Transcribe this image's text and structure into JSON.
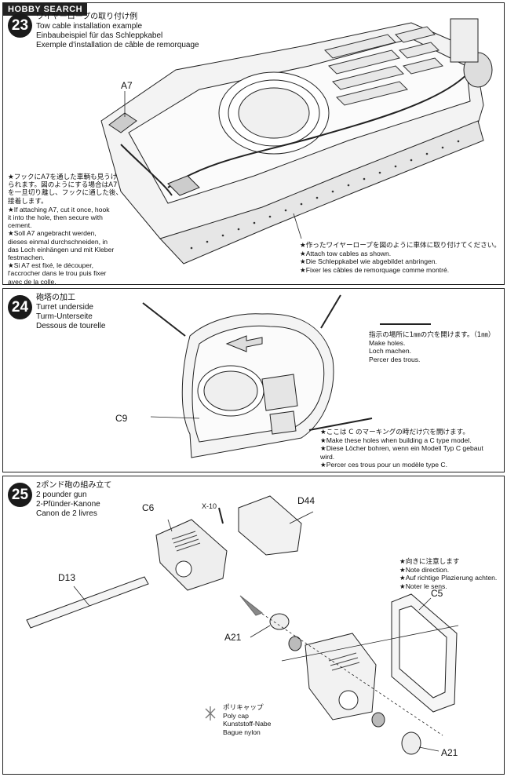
{
  "watermark": "HOBBY SEARCH",
  "steps": [
    {
      "number": "23",
      "title_jp": "ワイヤーロープの取り付け例",
      "title_en": "Tow cable installation example",
      "title_de": "Einbaubeispiel für das Schleppkabel",
      "title_fr": "Exemple d'installation de câble de remorquage",
      "note_left": [
        "★フックにA7を通した車輌も見うけ",
        "られます。図のようにする場合はA7",
        "を一旦切り離し、フックに通した後、",
        "接着します。",
        "★If attaching A7, cut it once, hook",
        "it into the hole, then secure with",
        "cement.",
        "★Soll A7 angebracht werden,",
        "dieses einmal durchschneiden, in",
        "das Loch einhängen und mit Kleber",
        "festmachen.",
        "★Si A7 est fixé, le découper,",
        "l'accrocher dans le trou puis fixer",
        "avec de la colle."
      ],
      "note_right": [
        "★作ったワイヤーロープを図のように車体に取り付けてください。",
        "★Attach tow cables as shown.",
        "★Die Schleppkabel wie abgebildet anbringen.",
        "★Fixer les câbles de remorquage comme montré."
      ],
      "part_labels": [
        "A7"
      ]
    },
    {
      "number": "24",
      "title_jp": "砲塔の加工",
      "title_en": "Turret underside",
      "title_de": "Turm-Unterseite",
      "title_fr": "Dessous de tourelle",
      "note_top": [
        "指示の場所に1㎜の穴を開けます。（1㎜）",
        "Make holes.",
        "Loch machen.",
        "Percer des trous."
      ],
      "note_bottom": [
        "★ここは C のマーキングの時だけ穴を開けます。",
        "★Make these holes when building a C type model.",
        "★Diese Löcher bohren, wenn ein Modell Typ C gebaut",
        "wird.",
        "★Percer ces trous pour un modèle type C."
      ],
      "part_labels": [
        "C9"
      ]
    },
    {
      "number": "25",
      "title_jp": "2ポンド砲の組み立て",
      "title_en": "2 pounder gun",
      "title_de": "2-Pfünder-Kanone",
      "title_fr": "Canon de 2 livres",
      "note_direction": [
        "★向きに注意します",
        "★Note direction.",
        "★Auf richtige Plazierung achten.",
        "★Noter le sens."
      ],
      "polycap": [
        "ポリキャップ",
        "Poly cap",
        "Kunststoff-Nabe",
        "Bague nylon"
      ],
      "part_labels": [
        "C6",
        "D44",
        "X-10",
        "D13",
        "A21",
        "C5",
        "A21"
      ]
    }
  ]
}
